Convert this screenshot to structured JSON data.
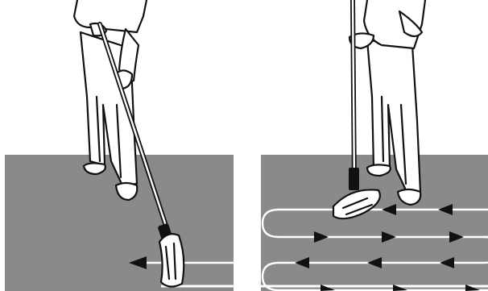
{
  "figure": {
    "panels": [
      {
        "id": "left",
        "subject": "person-pushing-dust-mop-forward",
        "floor_color": "#8a8a8a",
        "arrow_direction": "left"
      },
      {
        "id": "right",
        "subject": "person-with-dust-mop-serpentine-pattern",
        "floor_color": "#8a8a8a",
        "pattern": "serpentine",
        "lanes": 4
      }
    ],
    "colors": {
      "floor": "#8a8a8a",
      "line": "#111111",
      "background": "#ffffff"
    }
  }
}
